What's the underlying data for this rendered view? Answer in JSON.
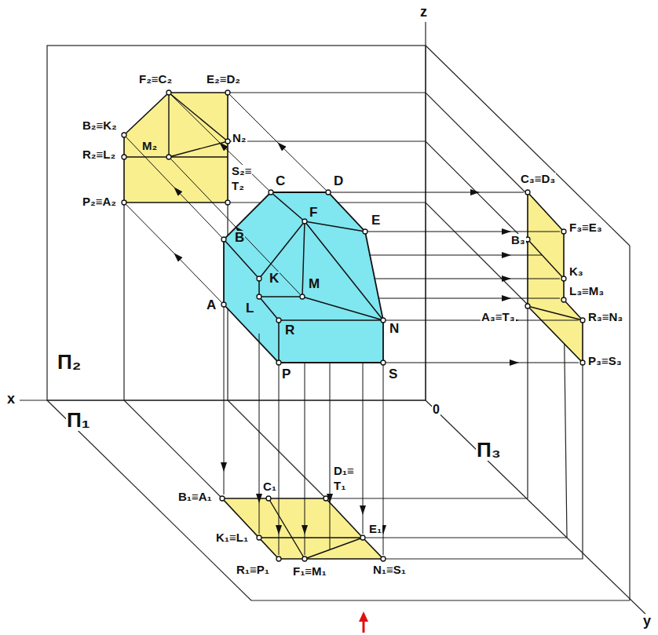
{
  "diagram": {
    "labels": [
      "z",
      "x",
      "y",
      "0",
      "Π₂",
      "Π₁",
      "Π₃",
      "F₂≡C₂",
      "E₂≡D₂",
      "B₂≡K₂",
      "M₂",
      "R₂≡L₂",
      "N₂",
      "S₂≡",
      "T₂",
      "P₂≡A₂",
      "C",
      "D",
      "B",
      "F",
      "E",
      "K",
      "M",
      "L",
      "A",
      "R",
      "N",
      "P",
      "S",
      "C₃≡D₃",
      "F₃≡E₃",
      "B₃",
      "K₃",
      "L₃≡M₃",
      "R₃≡N₃",
      "A₃≡T₃",
      "P₃≡S₃",
      "B₁≡A₁",
      "C₁",
      "D₁≡",
      "T₁",
      "E₁",
      "K₁≡L₁",
      "R₁≡P₁",
      "F₁≡M₁",
      "N₁≡S₁"
    ]
  }
}
